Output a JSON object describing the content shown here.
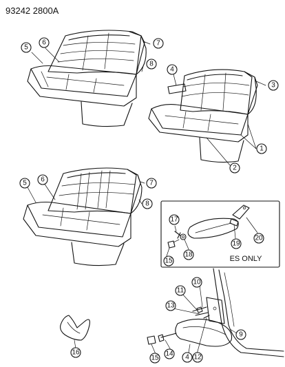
{
  "header": {
    "code": "93242  2800A"
  },
  "inset": {
    "note": "ES ONLY"
  },
  "callouts": {
    "c1": "1",
    "c2": "2",
    "c3": "3",
    "c4": "4",
    "c5a": "5",
    "c5b": "5",
    "c6a": "6",
    "c6b": "6",
    "c7a": "7",
    "c7b": "7",
    "c8a": "8",
    "c8b": "8",
    "c9": "9",
    "c10": "10",
    "c11": "11",
    "c12": "12",
    "c13": "13",
    "c14": "14",
    "c15a": "15",
    "c15b": "15",
    "c16": "16",
    "c17": "17",
    "c18": "18",
    "c19": "19",
    "c20": "20"
  }
}
